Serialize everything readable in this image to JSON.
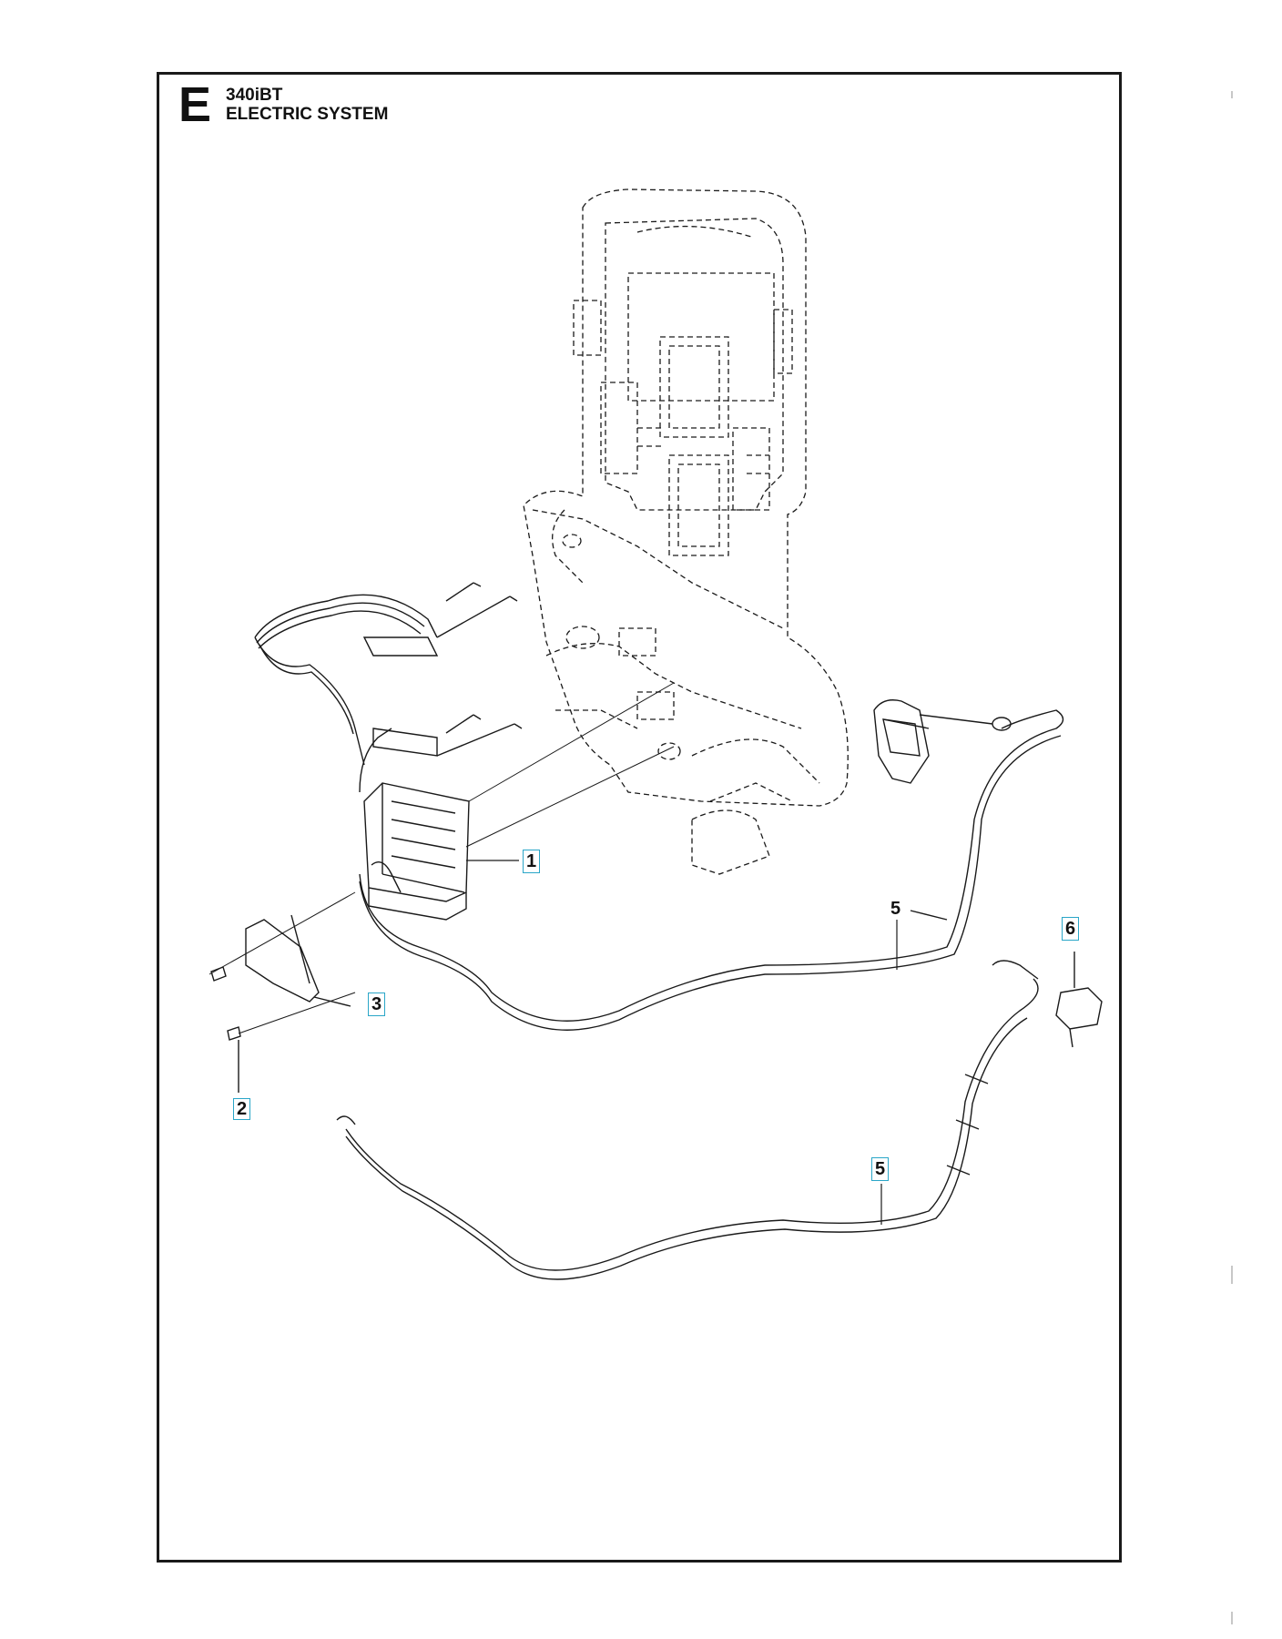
{
  "header": {
    "section_letter": "E",
    "model": "340iBT",
    "title": "ELECTRIC SYSTEM"
  },
  "callouts": {
    "c1": "1",
    "c2": "2",
    "c3": "3",
    "c5_upper": "5",
    "c5_lower": "5",
    "c6": "6"
  },
  "colors": {
    "line": "#1a1a1a",
    "callout_box": "#2aa6c8",
    "background": "#ffffff"
  }
}
